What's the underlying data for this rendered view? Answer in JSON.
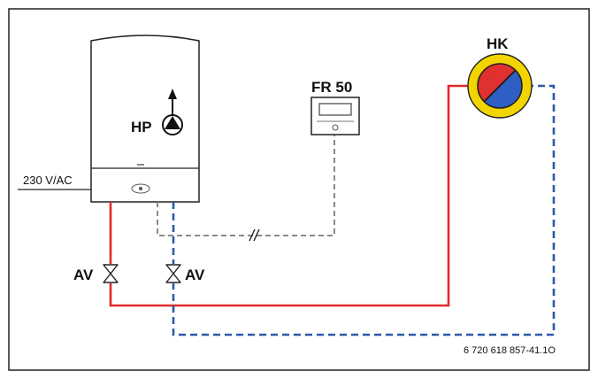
{
  "labels": {
    "heat_pump": "HP",
    "room_controller": "FR 50",
    "heating_circuit": "HK",
    "power_supply": "230 V/AC",
    "valve_left": "AV",
    "valve_right": "AV",
    "figure_id": "6 720 618 857-41.1O"
  },
  "colors": {
    "flow_line": "#e02a2a",
    "return_line": "#2c5aa8",
    "signal_line": "#8a8a8a",
    "frame": "#222222",
    "heating_circuit_ring": "#f2d500",
    "heating_circuit_red": "#e03030",
    "heating_circuit_blue": "#2f5fc4"
  },
  "icons": {
    "pump": "pump-icon",
    "controller": "thermostat-icon",
    "valve": "shutoff-valve-icon",
    "heating_circuit": "heating-circuit-icon"
  }
}
